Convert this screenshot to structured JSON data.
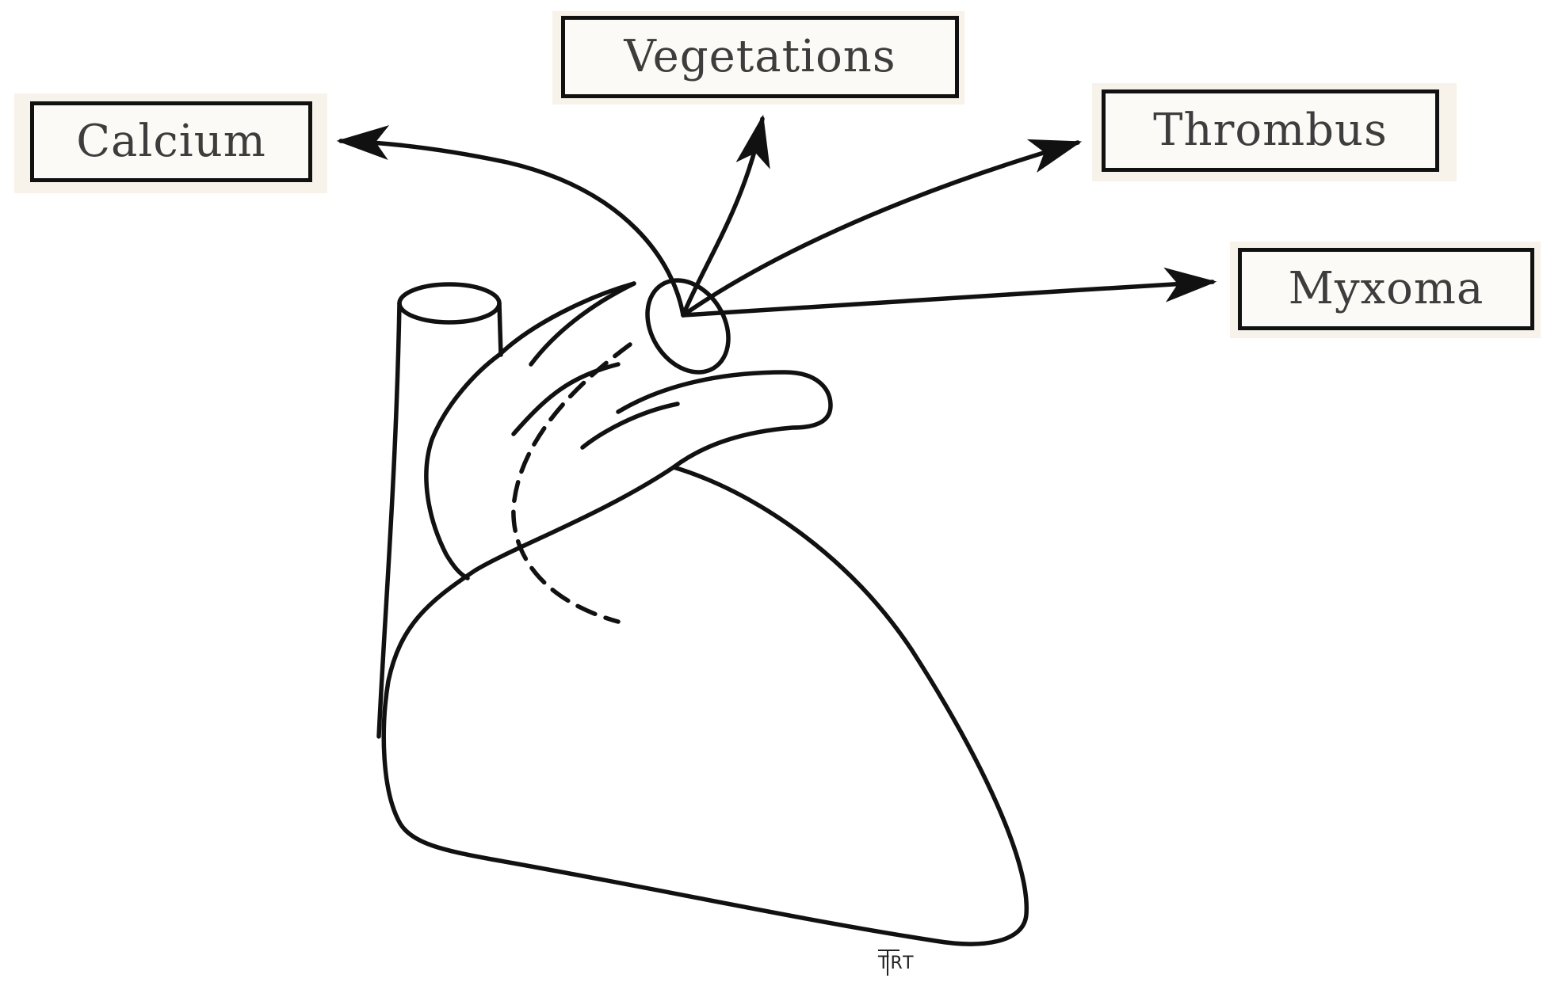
{
  "labels": {
    "calcium": "Calcium",
    "vegetations": "Vegetations",
    "thrombus": "Thrombus",
    "myxoma": "Myxoma"
  },
  "signature": "TRT",
  "colors": {
    "ink": "#111111",
    "label_text": "#3d3d3d",
    "label_paper": "#f8f3ea"
  }
}
